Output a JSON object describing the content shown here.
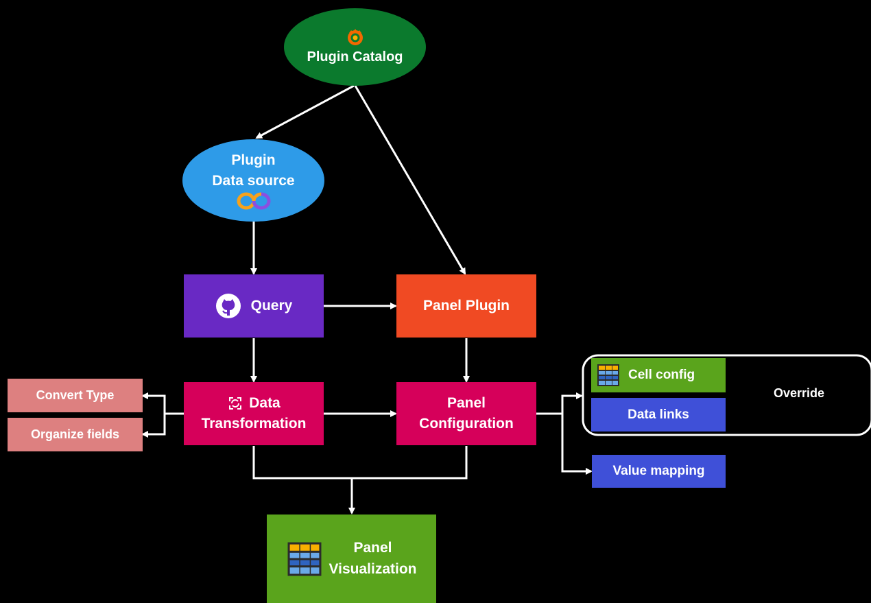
{
  "colors": {
    "background": "#000000",
    "edge": "#ffffff",
    "plugin_catalog": "#0b7a2d",
    "plugin_datasource": "#2e9be8",
    "query": "#6929c4",
    "panel_plugin": "#f04a23",
    "transformation": "#d6005a",
    "panel_configuration": "#d6005a",
    "convert_type": "#dd8080",
    "organize_fields": "#dd8080",
    "cell_config": "#5aa41c",
    "data_links": "#3f50d8",
    "value_mapping": "#3f50d8",
    "panel_visualization": "#5aa41c"
  },
  "nodes": {
    "plugin_catalog": {
      "label": "Plugin Catalog",
      "icon": "grafana-logo-icon"
    },
    "plugin_datasource": {
      "line1": "Plugin",
      "line2": "Data source",
      "icon": "infinity-icon"
    },
    "query": {
      "label": "Query",
      "icon": "github-icon"
    },
    "panel_plugin": {
      "label": "Panel Plugin"
    },
    "data_transformation": {
      "line1": "Data",
      "line2": "Transformation",
      "icon": "transform-icon"
    },
    "panel_configuration": {
      "line1": "Panel",
      "line2": "Configuration"
    },
    "convert_type": {
      "label": "Convert Type"
    },
    "organize_fields": {
      "label": "Organize fields"
    },
    "cell_config": {
      "label": "Cell config",
      "icon": "table-icon"
    },
    "data_links": {
      "label": "Data links"
    },
    "override": {
      "label": "Override"
    },
    "value_mapping": {
      "label": "Value mapping"
    },
    "panel_visualization": {
      "line1": "Panel",
      "line2": "Visualization",
      "icon": "table-icon"
    }
  }
}
